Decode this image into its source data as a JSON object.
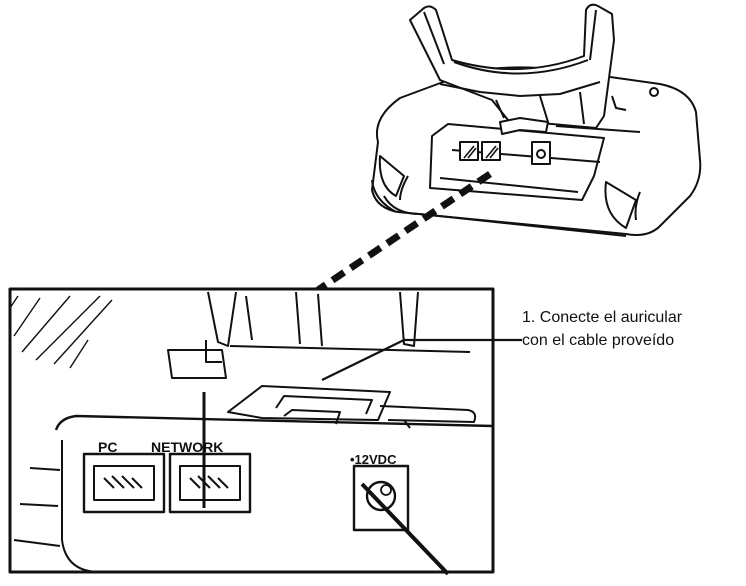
{
  "labels": {
    "pc_port": "PC",
    "network_port": "NETWORK",
    "power_port": "•12VDC"
  },
  "callout": {
    "line1": "1. Conecte el auricular",
    "line2": "con el cable proveído"
  }
}
